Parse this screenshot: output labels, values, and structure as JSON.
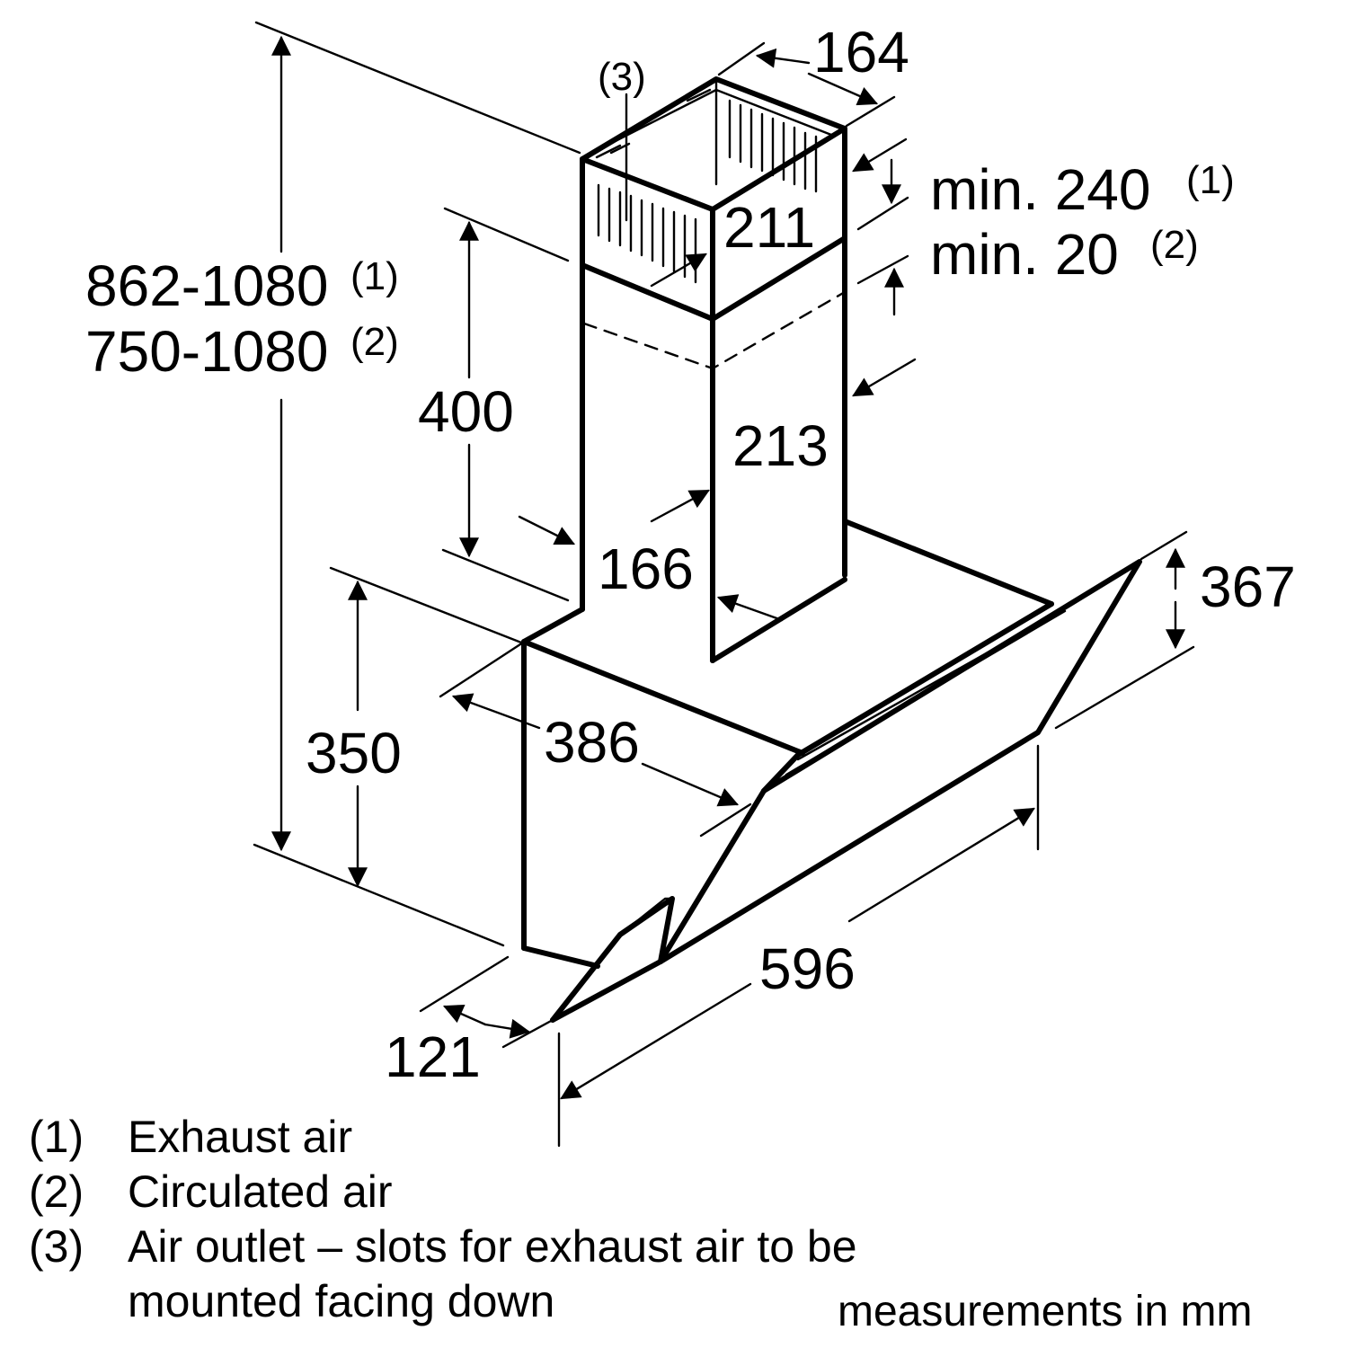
{
  "dimensions": {
    "total_height_exhaust": "862-1080",
    "total_height_exhaust_ref": "(1)",
    "total_height_circulated": "750-1080",
    "total_height_circulated_ref": "(2)",
    "chimney_upper_depth": "164",
    "chimney_upper_width": "211",
    "gap_exhaust": "min. 240",
    "gap_exhaust_ref": "(1)",
    "gap_circulated": "min. 20",
    "gap_circulated_ref": "(2)",
    "chimney_lower_height": "400",
    "chimney_lower_width": "213",
    "chimney_lower_depth": "166",
    "body_height": "350",
    "body_depth": "386",
    "glass_height": "367",
    "width": "596",
    "front_offset": "121",
    "outlet_callout": "(3)"
  },
  "legend": [
    {
      "key": "(1)",
      "text": "Exhaust air"
    },
    {
      "key": "(2)",
      "text": "Circulated air"
    },
    {
      "key": "(3)",
      "text": "Air outlet – slots for exhaust air to be"
    },
    {
      "key": "",
      "text": "mounted facing down"
    }
  ],
  "units_note": "measurements in mm"
}
